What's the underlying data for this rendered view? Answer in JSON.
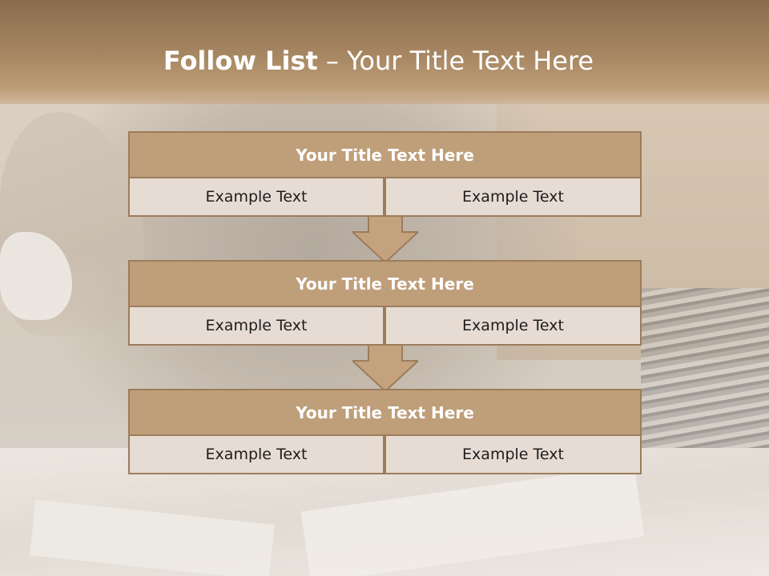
{
  "slide": {
    "title_bold": "Follow List",
    "title_rest": " – Your Title Text Here",
    "blocks": [
      {
        "title": "Your Title Text Here",
        "left": "Example Text",
        "right": "Example Text"
      },
      {
        "title": "Your Title Text Here",
        "left": "Example Text",
        "right": "Example Text"
      },
      {
        "title": "Your Title Text Here",
        "left": "Example Text",
        "right": "Example Text"
      }
    ]
  },
  "colors": {
    "header_bar": "#a88863",
    "block_title_fill": "#bf9e7a",
    "block_border": "#9c7c5a",
    "cell_fill": "#e7dcd3",
    "arrow_fill": "#c4a27e"
  }
}
